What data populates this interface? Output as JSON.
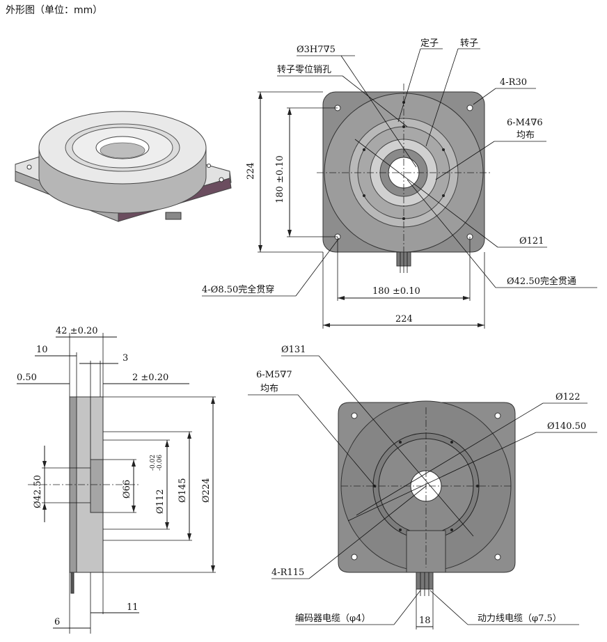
{
  "title": "外形图（单位：mm）",
  "colors": {
    "plate": "#8d8d8d",
    "line": "#111111",
    "background": "#ffffff"
  },
  "top_view": {
    "callouts": {
      "pin_hole_size": "Ø3H7∇5",
      "rotor_zero_pin": "转子零位销孔",
      "stator": "定子",
      "rotor": "转子",
      "corner_radius": "4-R30",
      "tapped_holes": "6-M4∇6",
      "tapped_holes_note": "均布",
      "dia_121": "Ø121",
      "through_holes": "4-Ø8.50完全贯穿",
      "bore": "Ø42.50完全贯通"
    },
    "dims": {
      "height_outer": "224",
      "height_inner": "180 ±0.10",
      "width_inner": "180 ±0.10",
      "width_outer": "224"
    }
  },
  "side_view": {
    "dims": {
      "total_thickness": "42 ±0.20",
      "d10": "10",
      "d3": "3",
      "d050": "0.50",
      "d2": "2 ±0.20",
      "bore": "Ø42.50",
      "d66": "Ø66",
      "d112": "Ø112",
      "d112_tol": "-0.02\n-0.06",
      "d145": "Ø145",
      "d224": "Ø224",
      "d6": "6",
      "d11": "11"
    }
  },
  "bottom_view": {
    "callouts": {
      "dia_131": "Ø131",
      "tapped_holes": "6-M5∇7",
      "tapped_holes_note": "均布",
      "dia_122": "Ø122",
      "dia_140": "Ø140.50",
      "radius": "4-R115",
      "encoder_cable": "编码器电缆（φ4）",
      "power_cable": "动力线电缆（φ7.5）",
      "cable_gap": "18"
    }
  }
}
